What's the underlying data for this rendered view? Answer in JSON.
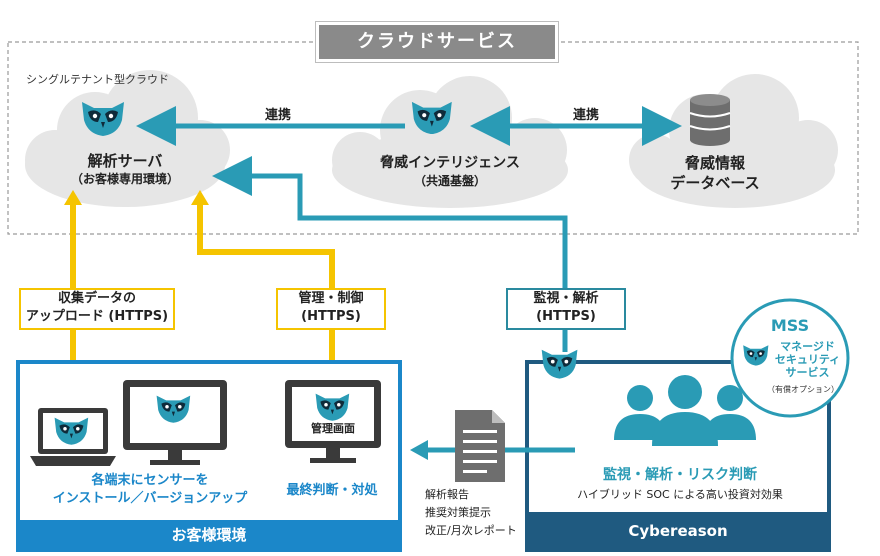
{
  "cloud_services": {
    "title": "クラウドサービス",
    "single_tenant_label": "シングルテナント型クラウド"
  },
  "nodes": {
    "analysis_server": {
      "line1": "解析サーバ",
      "line2": "（お客様専用環境）"
    },
    "threat_intel": {
      "line1": "脅威インテリジェンス",
      "line2": "（共通基盤）"
    },
    "threat_db": {
      "line1": "脅威情報",
      "line2": "データベース"
    }
  },
  "links": {
    "left": "連携",
    "right": "連携"
  },
  "connection_boxes": {
    "upload": {
      "line1": "収集データの",
      "line2": "アップロード (HTTPS)"
    },
    "control": {
      "line1": "管理・制御",
      "line2": "(HTTPS)"
    },
    "monitor": {
      "line1": "監視・解析",
      "line2": "(HTTPS)"
    }
  },
  "customer_env": {
    "footer": "お客様環境",
    "sensor_line1": "各端末にセンサーを",
    "sensor_line2": "インストール／バージョンアップ",
    "final_decision": "最終判断・対処",
    "admin_screen": "管理画面"
  },
  "report": {
    "line1": "解析報告",
    "line2": "推奨対策提示",
    "line3": "改正/月次レポート"
  },
  "cybereason": {
    "footer": "Cybereason",
    "title": "監視・解析・リスク判断",
    "subtitle": "ハイブリッド SOC による高い投資対効果"
  },
  "mss": {
    "title": "MSS",
    "line1": "マネージド",
    "line2": "セキュリティ",
    "line3": "サービス",
    "note": "（有償オプション）"
  },
  "colors": {
    "teal": "#2a9bb5",
    "yellow": "#f5c400",
    "blue": "#1b87c9",
    "navy": "#1f5a80",
    "cloud": "#e6e6e6"
  }
}
